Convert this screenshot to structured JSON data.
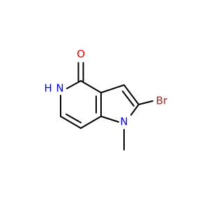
{
  "molecule": {
    "atoms": {
      "oxygen": {
        "label": "O",
        "color": "#ff0000"
      },
      "nh": {
        "label_h": "H",
        "label_n": "N",
        "color": "#0000ff"
      },
      "n_methyl": {
        "label": "N",
        "color": "#0000ff"
      },
      "bromine": {
        "label": "Br",
        "color": "#a52a2a"
      }
    },
    "bond_color": "#000000"
  }
}
